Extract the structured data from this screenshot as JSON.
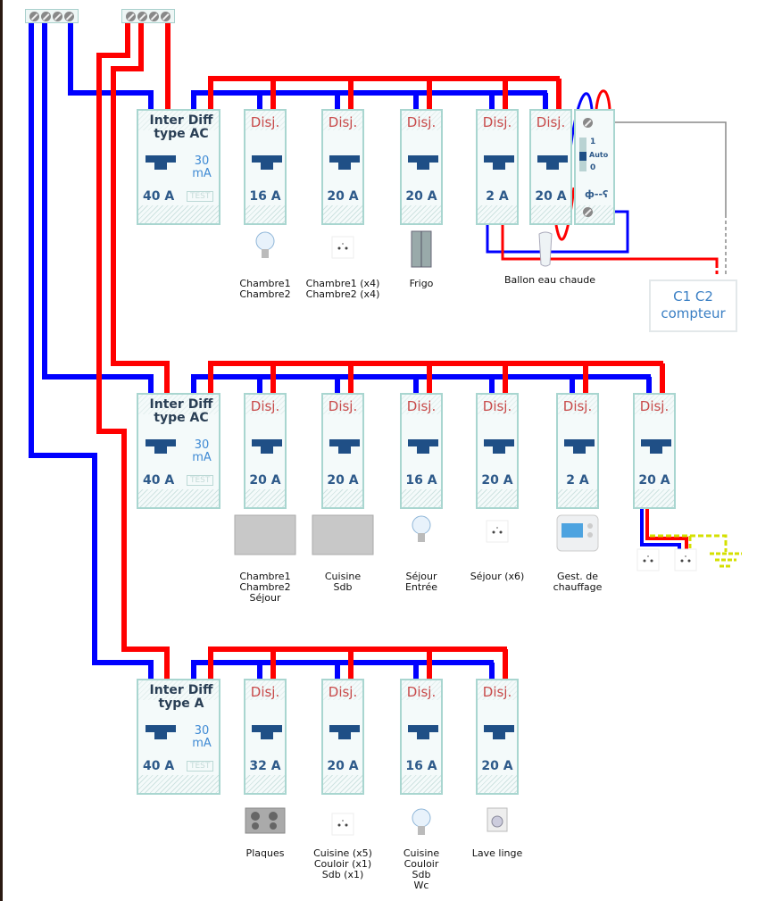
{
  "colors": {
    "phase": "#ff0000",
    "neutral": "#0000ff",
    "earth": "#d4e000",
    "module_border": "#a9d6d0",
    "disj_text": "#c84a4a",
    "rating_text": "#2e5a8a"
  },
  "rows": [
    {
      "inter": {
        "title": "Inter Diff",
        "type": "type AC",
        "sensitivity": "30\nmA",
        "rating": "40 A",
        "test": "TEST"
      },
      "breakers": [
        {
          "title": "Disj.",
          "rating": "16 A",
          "icon": "light-bulb-icon",
          "label": "Chambre1\nChambre2"
        },
        {
          "title": "Disj.",
          "rating": "20 A",
          "icon": "socket-icon",
          "label": "Chambre1 (x4)\nChambre2 (x4)"
        },
        {
          "title": "Disj.",
          "rating": "20 A",
          "icon": "fridge-icon",
          "label": "Frigo"
        },
        {
          "title": "Disj.",
          "rating": "2 A",
          "icon": "",
          "label": ""
        },
        {
          "title": "Disj.",
          "rating": "20 A",
          "icon": "",
          "label": ""
        }
      ]
    },
    {
      "inter": {
        "title": "Inter Diff",
        "type": "type AC",
        "sensitivity": "30\nmA",
        "rating": "40 A",
        "test": "TEST"
      },
      "breakers": [
        {
          "title": "Disj.",
          "rating": "20 A",
          "icon": "radiator-icon",
          "label": "Chambre1\nChambre2\nSéjour"
        },
        {
          "title": "Disj.",
          "rating": "20 A",
          "icon": "radiator-icon",
          "label": "Cuisine\nSdb"
        },
        {
          "title": "Disj.",
          "rating": "16 A",
          "icon": "light-bulb-icon",
          "label": "Séjour\nEntrée"
        },
        {
          "title": "Disj.",
          "rating": "20 A",
          "icon": "socket-icon",
          "label": "Séjour (x6)"
        },
        {
          "title": "Disj.",
          "rating": "2 A",
          "icon": "thermostat-icon",
          "label": "Gest. de\nchauffage"
        },
        {
          "title": "Disj.",
          "rating": "20 A",
          "icon": "",
          "label": ""
        }
      ]
    },
    {
      "inter": {
        "title": "Inter Diff",
        "type": "type A",
        "sensitivity": "30\nmA",
        "rating": "40 A",
        "test": "TEST"
      },
      "breakers": [
        {
          "title": "Disj.",
          "rating": "32 A",
          "icon": "cooktop-icon",
          "label": "Plaques"
        },
        {
          "title": "Disj.",
          "rating": "20 A",
          "icon": "socket-icon",
          "label": "Cuisine (x5)\nCouloir (x1)\nSdb (x1)"
        },
        {
          "title": "Disj.",
          "rating": "16 A",
          "icon": "light-bulb-icon",
          "label": "Cuisine\nCouloir\nSdb\nWc"
        },
        {
          "title": "Disj.",
          "rating": "20 A",
          "icon": "washing-machine-icon",
          "label": "Lave linge"
        }
      ]
    }
  ],
  "contactor": {
    "pos_on": "1",
    "pos_auto": "Auto",
    "pos_off": "0",
    "symbol": "ф--ʕ"
  },
  "water_heater": {
    "icon": "water-heater-icon",
    "label": "Ballon eau chaude"
  },
  "meter": {
    "line1": "C1 C2",
    "line2": "compteur"
  },
  "row2_extra": {
    "icons": [
      "socket-icon",
      "socket-icon",
      "earth-icon"
    ]
  }
}
